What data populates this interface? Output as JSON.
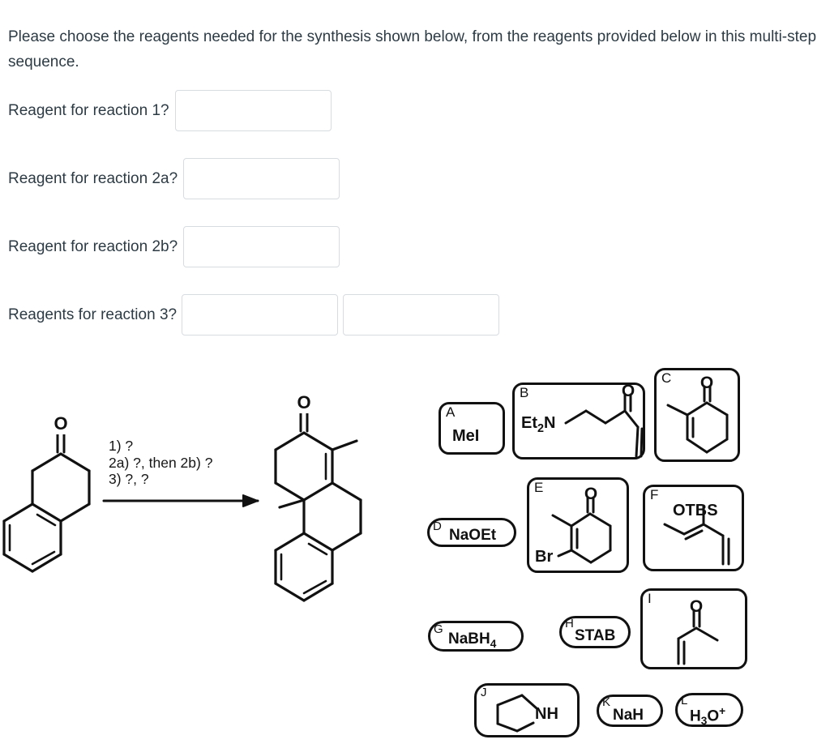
{
  "prompt": "Please choose the reagents needed for the synthesis shown below, from the reagents provided below in this multi-step sequence.",
  "questions": [
    {
      "label": "Reagent for reaction 1?",
      "value": "",
      "placeholder": ""
    },
    {
      "label": "Reagent for reaction 2a?",
      "value": "",
      "placeholder": ""
    },
    {
      "label": "Reagent for reaction 2b?",
      "value": "",
      "placeholder": ""
    },
    {
      "label": "Reagents for reaction 3?",
      "value": "",
      "value2": "",
      "placeholder": "",
      "placeholder2": ""
    }
  ],
  "scheme": {
    "conditions": "1) ?\n2a) ?, then 2b) ?\n3) ?, ?",
    "starting_material": "2-tetralone",
    "product": "tricyclic-methyl-octahydrophenanthrenone",
    "arrow": "reaction-arrow",
    "oxygen_label": "O"
  },
  "reagents": [
    {
      "tag": "A",
      "text": "MeI",
      "kind": "text"
    },
    {
      "tag": "B",
      "text": "Et2N",
      "kind": "structure",
      "name": "diethylamino-vinyl-ketone"
    },
    {
      "tag": "C",
      "text": "",
      "kind": "structure",
      "name": "2-methylcyclohex-2-enone"
    },
    {
      "tag": "D",
      "text": "NaOEt",
      "kind": "text"
    },
    {
      "tag": "E",
      "text": "Br",
      "kind": "structure",
      "name": "3-bromo-2-methylcyclohex-2-enone"
    },
    {
      "tag": "F",
      "text": "OTBS",
      "kind": "structure",
      "name": "tbs-dienol-ether"
    },
    {
      "tag": "G",
      "text": "NaBH4",
      "kind": "text"
    },
    {
      "tag": "H",
      "text": "STAB",
      "kind": "text"
    },
    {
      "tag": "I",
      "text": "",
      "kind": "structure",
      "name": "methyl-vinyl-ketone"
    },
    {
      "tag": "J",
      "text": "NH",
      "kind": "structure",
      "name": "pyrrolidine"
    },
    {
      "tag": "K",
      "text": "NaH",
      "kind": "text"
    },
    {
      "tag": "L",
      "text": "H3O+",
      "kind": "text"
    }
  ],
  "colors": {
    "text": "#2d3b45",
    "structure_line": "#111111",
    "input_border": "#d7dce0",
    "background": "#ffffff"
  }
}
